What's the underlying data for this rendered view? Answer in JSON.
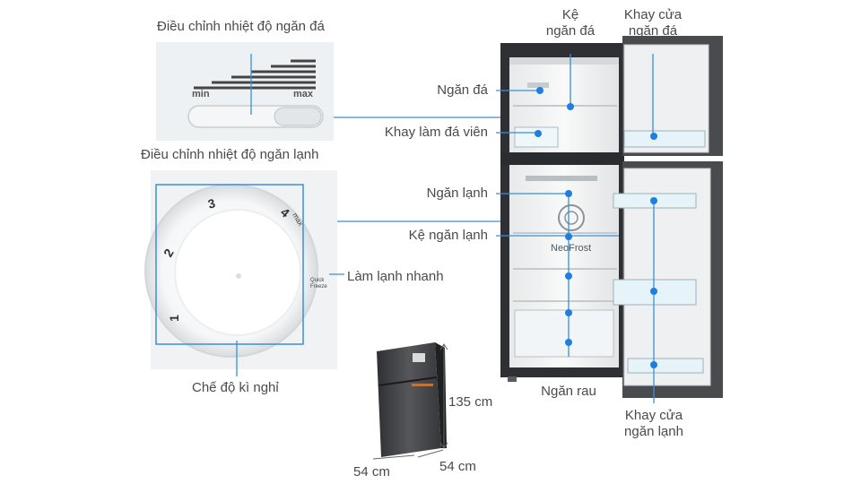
{
  "labels": {
    "freezer_dial": "Điều chỉnh nhiệt độ ngăn đá",
    "fridge_dial": "Điều chỉnh nhiệt độ ngăn lạnh",
    "holiday_mode": "Chế độ kì nghỉ",
    "quick_freeze": "Làm lạnh nhanh",
    "freezer_shelf_1": "Kệ",
    "freezer_shelf_2": "ngăn đá",
    "freezer_door_tray_1": "Khay cửa",
    "freezer_door_tray_2": "ngăn đá",
    "freezer": "Ngăn đá",
    "ice_tray": "Khay làm đá viên",
    "fridge": "Ngăn lạnh",
    "fridge_shelf": "Kệ ngăn lạnh",
    "veg_drawer": "Ngăn rau",
    "fridge_door_tray_1": "Khay cửa",
    "fridge_door_tray_2": "ngăn lạnh"
  },
  "slider": {
    "min": "min",
    "max": "max"
  },
  "dial": {
    "n1": "1",
    "n2": "2",
    "n3": "3",
    "n4": "4",
    "max_text": "max",
    "quick_text": "Quick Freeze"
  },
  "brand": {
    "neofrost": "NeoFrost"
  },
  "dimensions": {
    "height": "135 cm",
    "width": "54 cm",
    "depth": "54 cm"
  },
  "colors": {
    "accent": "#1e7fe0",
    "line": "#3a8fd8",
    "panel": "#eef1f3",
    "fridge_body": "#4a4b4e"
  }
}
